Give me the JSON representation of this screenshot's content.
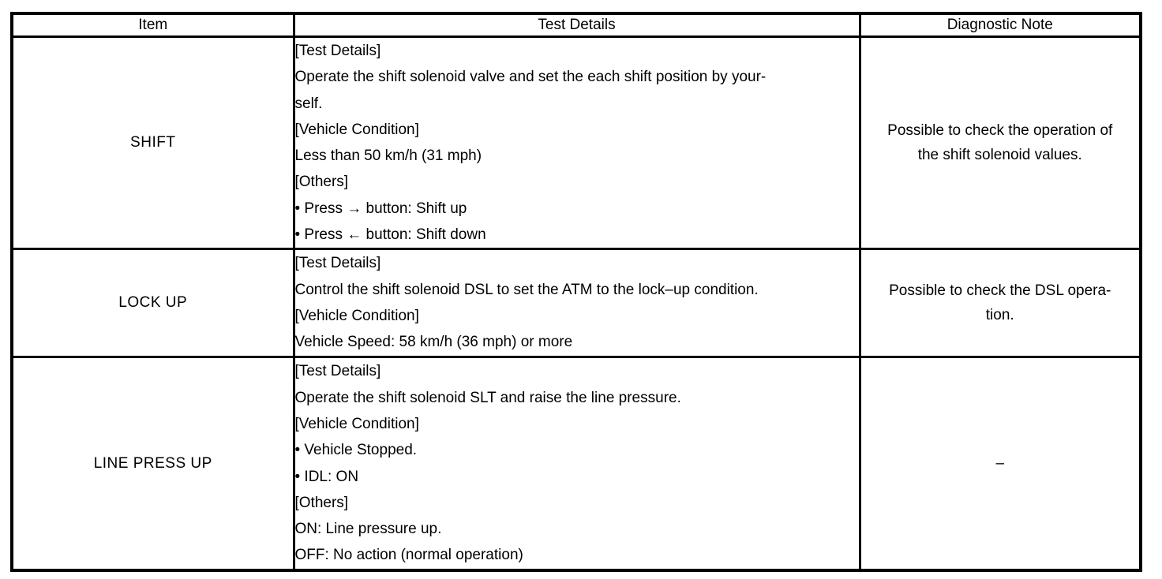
{
  "table": {
    "headers": [
      "Item",
      "Test Details",
      "Diagnostic Note"
    ],
    "rows": [
      {
        "item": "SHIFT",
        "test_details_lines": [
          "[Test Details]",
          "Operate the shift solenoid valve and set the each shift position by your-",
          "self.",
          "[Vehicle Condition]",
          "Less than 50 km/h (31 mph)",
          "[Others]",
          "• Press → button: Shift up",
          "• Press ← button: Shift down"
        ],
        "diagnostic_note_lines": [
          "Possible to check the operation of",
          "the shift solenoid values."
        ]
      },
      {
        "item": "LOCK UP",
        "test_details_lines": [
          "[Test Details]",
          "Control the shift solenoid DSL to set the ATM to the lock–up condition.",
          "[Vehicle Condition]",
          "Vehicle Speed: 58 km/h (36 mph) or more"
        ],
        "diagnostic_note_lines": [
          "Possible to check the DSL opera-",
          "tion."
        ]
      },
      {
        "item": "LINE PRESS UP",
        "test_details_lines": [
          "[Test Details]",
          "Operate the shift solenoid SLT and raise the line pressure.",
          "[Vehicle Condition]",
          "• Vehicle Stopped.",
          "• IDL: ON",
          "[Others]",
          "ON: Line pressure up.",
          "OFF: No action (normal operation)"
        ],
        "diagnostic_note_lines": [
          "–"
        ]
      }
    ]
  }
}
